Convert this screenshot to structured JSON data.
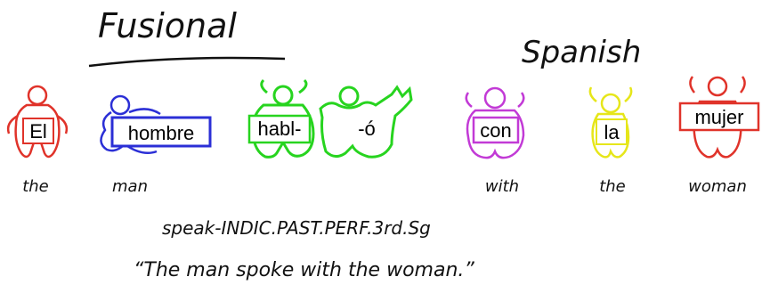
{
  "title": "Fusional",
  "language": "Spanish",
  "words": [
    {
      "id": "el",
      "text": "El",
      "gloss": "the",
      "color": "#e0332a"
    },
    {
      "id": "hombre",
      "text": "hombre",
      "gloss": "man",
      "color": "#2b2fd6"
    },
    {
      "id": "habl",
      "text": "habl-",
      "gloss": "",
      "color": "#27d41f"
    },
    {
      "id": "o",
      "text": "-ó",
      "gloss": "",
      "color": "#27d41f"
    },
    {
      "id": "con",
      "text": "con",
      "gloss": "with",
      "color": "#c23ad6"
    },
    {
      "id": "la",
      "text": "la",
      "gloss": "the",
      "color": "#e6e61a"
    },
    {
      "id": "mujer",
      "text": "mujer",
      "gloss": "woman",
      "color": "#e0332a"
    }
  ],
  "verb_gloss": "speak-INDIC.PAST.PERF.3rd.Sg",
  "translation": "“The man spoke with the woman.”"
}
